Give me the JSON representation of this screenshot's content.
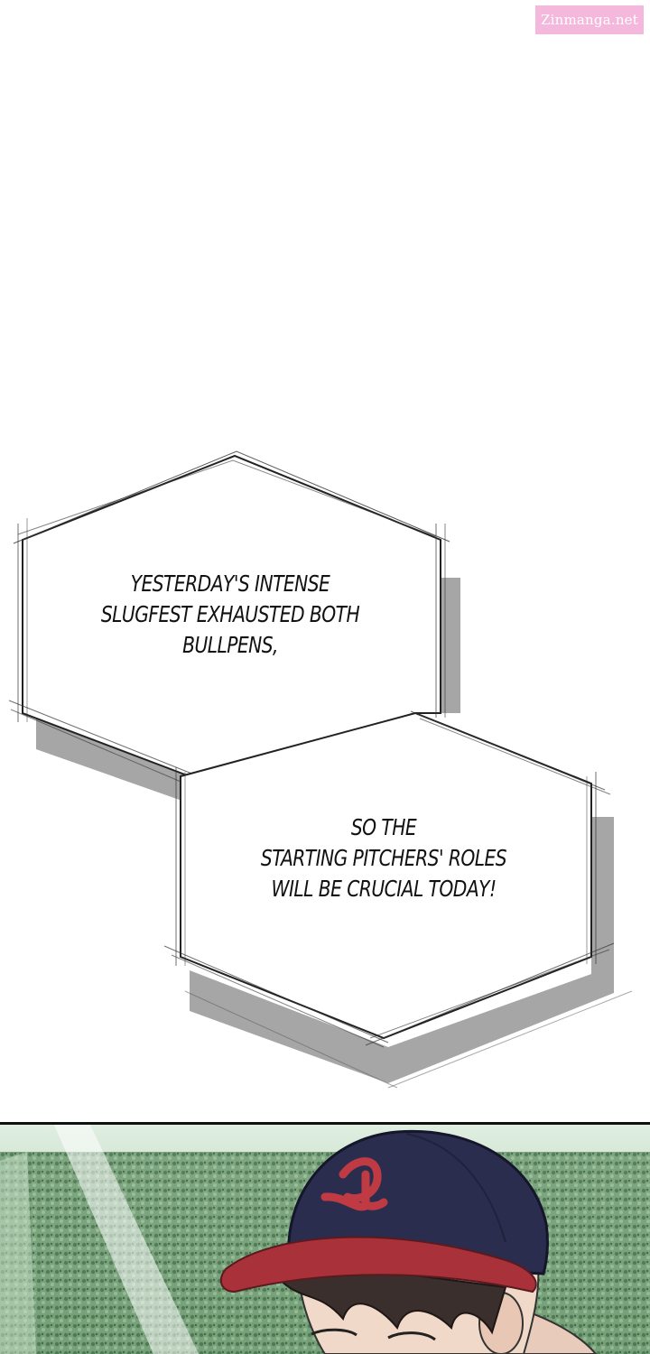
{
  "watermark": {
    "text": "Zinmanga.net"
  },
  "narration": {
    "box1_lines": [
      "YESTERDAY'S INTENSE",
      "SLUGFEST EXHAUSTED BOTH",
      "BULLPENS,"
    ],
    "box2_lines": [
      "SO THE",
      "STARTING PITCHERS' ROLES",
      "WILL BE CRUCIAL TODAY!"
    ]
  },
  "panel": {
    "scene": "baseball-player-in-cap-stadium-background",
    "cap_emblem": "logo",
    "colors": {
      "cap": "#2b2d4f",
      "cap_brim": "#a8313a",
      "emblem": "#c03a44",
      "hair": "#3a2f2c",
      "skin": "#f1d9c9",
      "stands_green": "#4f8a52"
    }
  },
  "colors": {
    "watermark_bg": "#f4b8dc",
    "bubble_shadow": "#a6a6a6",
    "bubble_outline": "#222222"
  }
}
